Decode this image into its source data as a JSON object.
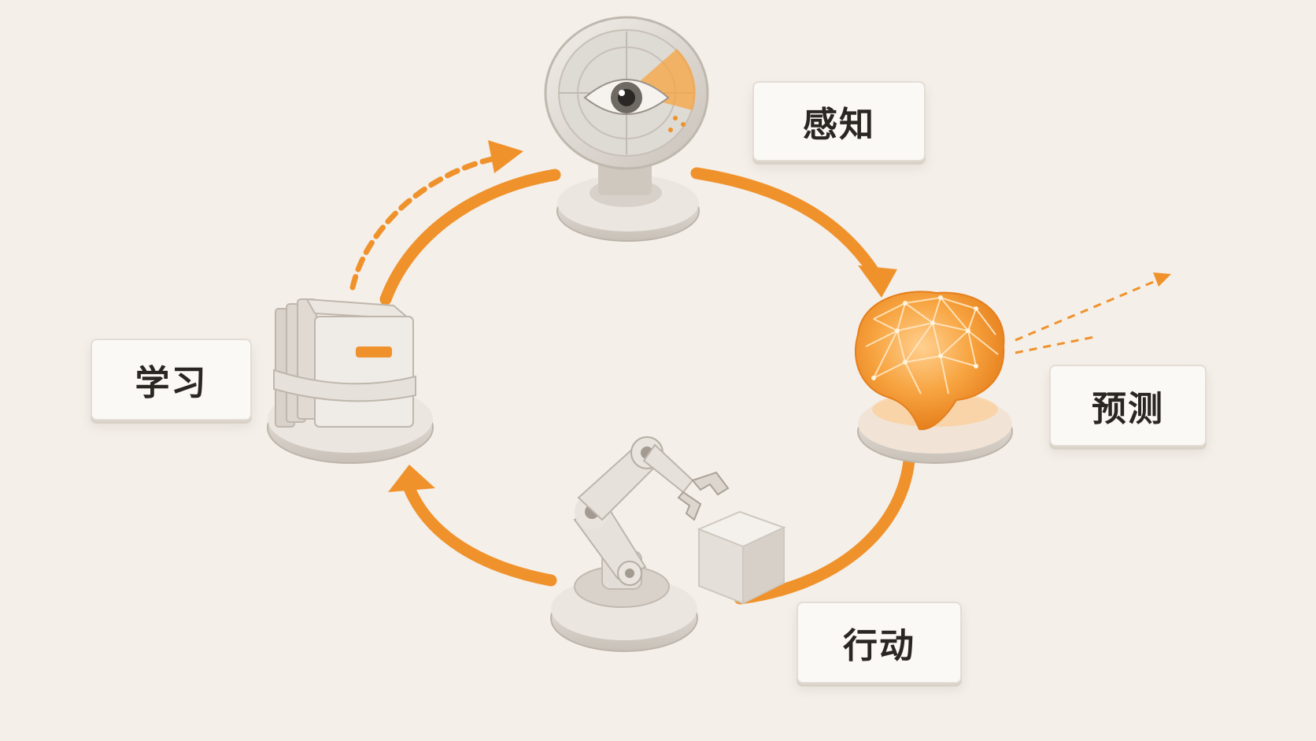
{
  "diagram": {
    "stages": [
      {
        "id": "perceive",
        "label": "感知",
        "icon": "radar-eye-icon"
      },
      {
        "id": "predict",
        "label": "预测",
        "icon": "brain-network-icon"
      },
      {
        "id": "act",
        "label": "行动",
        "icon": "robot-arm-icon"
      },
      {
        "id": "learn",
        "label": "学习",
        "icon": "file-stack-icon"
      }
    ],
    "colors": {
      "accent": "#f0922b",
      "background": "#f4efe9",
      "device": "#dcd6cf",
      "label_bg": "#fbf9f6",
      "text": "#2a2622"
    }
  }
}
